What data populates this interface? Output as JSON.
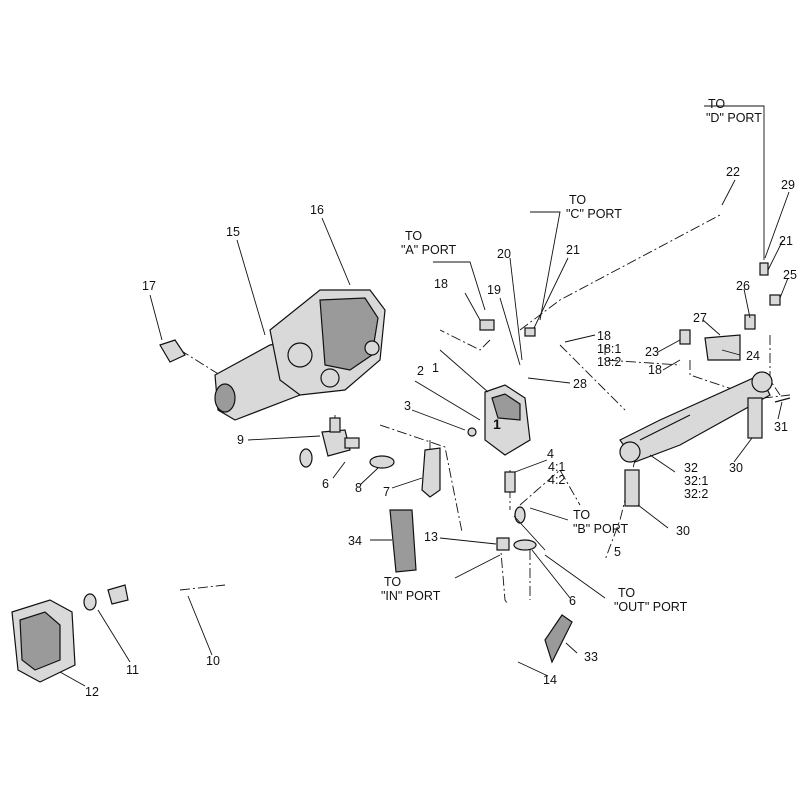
{
  "callouts": [
    {
      "id": "c1",
      "text": "1"
    },
    {
      "id": "c2",
      "text": "2"
    },
    {
      "id": "c3",
      "text": "3"
    },
    {
      "id": "c4",
      "text": "4"
    },
    {
      "id": "c4_1",
      "text": "4:1"
    },
    {
      "id": "c4_2",
      "text": "4:2"
    },
    {
      "id": "c5",
      "text": "5"
    },
    {
      "id": "c6a",
      "text": "6"
    },
    {
      "id": "c6b",
      "text": "6"
    },
    {
      "id": "c7",
      "text": "7"
    },
    {
      "id": "c8",
      "text": "8"
    },
    {
      "id": "c9",
      "text": "9"
    },
    {
      "id": "c10",
      "text": "10"
    },
    {
      "id": "c11",
      "text": "11"
    },
    {
      "id": "c12",
      "text": "12"
    },
    {
      "id": "c13",
      "text": "13"
    },
    {
      "id": "c14",
      "text": "14"
    },
    {
      "id": "c15",
      "text": "15"
    },
    {
      "id": "c16",
      "text": "16"
    },
    {
      "id": "c17",
      "text": "17"
    },
    {
      "id": "c18a",
      "text": "18"
    },
    {
      "id": "c18b",
      "text": "18"
    },
    {
      "id": "c18_1",
      "text": "18:1"
    },
    {
      "id": "c18_2",
      "text": "18:2"
    },
    {
      "id": "c18c",
      "text": "18"
    },
    {
      "id": "c19",
      "text": "19"
    },
    {
      "id": "c20",
      "text": "20"
    },
    {
      "id": "c21a",
      "text": "21"
    },
    {
      "id": "c21b",
      "text": "21"
    },
    {
      "id": "c22",
      "text": "22"
    },
    {
      "id": "c23",
      "text": "23"
    },
    {
      "id": "c24",
      "text": "24"
    },
    {
      "id": "c25",
      "text": "25"
    },
    {
      "id": "c26",
      "text": "26"
    },
    {
      "id": "c27",
      "text": "27"
    },
    {
      "id": "c28",
      "text": "28"
    },
    {
      "id": "c29",
      "text": "29"
    },
    {
      "id": "c30a",
      "text": "30"
    },
    {
      "id": "c30b",
      "text": "30"
    },
    {
      "id": "c31",
      "text": "31"
    },
    {
      "id": "c32",
      "text": "32"
    },
    {
      "id": "c32_1",
      "text": "32:1"
    },
    {
      "id": "c32_2",
      "text": "32:2"
    },
    {
      "id": "c33",
      "text": "33"
    },
    {
      "id": "c34",
      "text": "34"
    },
    {
      "id": "valve_mark",
      "text": "1"
    }
  ],
  "port_notes": {
    "a_port": {
      "line1": "TO",
      "line2": "\"A\" PORT"
    },
    "b_port": {
      "line1": "TO",
      "line2": "\"B\" PORT"
    },
    "c_port": {
      "line1": "TO",
      "line2": "\"C\" PORT"
    },
    "d_port": {
      "line1": "TO",
      "line2": "\"D\" PORT"
    },
    "in_port": {
      "line1": "TO",
      "line2": "\"IN\" PORT"
    },
    "out_port": {
      "line1": "TO",
      "line2": "\"OUT\" PORT"
    }
  }
}
